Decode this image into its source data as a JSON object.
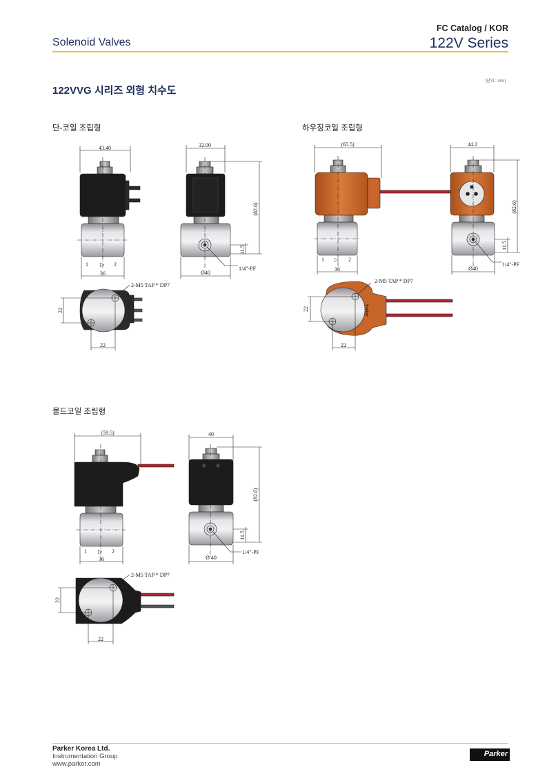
{
  "header": {
    "category": "Solenoid Valves",
    "catalog": "FC Catalog / KOR",
    "series": "122V Series"
  },
  "section_title": "122VVG 시리즈 외형 치수도",
  "unit_note": "[단위 : mm]",
  "variants": {
    "din": {
      "title": "단-코일 조립형",
      "dims": {
        "front_width": "43.40",
        "side_width": "32.00",
        "height": "(82.6)",
        "port_height": "11.5",
        "port": "1/4\"-PF",
        "body_dia": "Ø40",
        "base_width": "36",
        "port_in": "1",
        "port_out": "2",
        "flow_mark": "▷",
        "tap": "2-M5 TAP * DP7",
        "tap_v": "22",
        "tap_h": "22"
      }
    },
    "housing": {
      "title": "하우징코일 조립형",
      "dims": {
        "front_width": "(65.5)",
        "side_width": "44.2",
        "height": "(82.6)",
        "port_height": "11.5",
        "port": "1/4\"-PF",
        "body_dia": "Ø40",
        "base_width": "36",
        "port_in": "1",
        "port_out": "2",
        "flow_mark": "▷",
        "tap": "2-M5 TAP * DP7",
        "tap_v": "22",
        "tap_h": "22",
        "brand": "Parker"
      }
    },
    "molded": {
      "title": "몰드코일 조립형",
      "dims": {
        "front_width": "(59.5)",
        "side_width": "40",
        "height": "(82.6)",
        "port_height": "11.5",
        "port": "1/4\"-PF",
        "body_dia": "Ø 40",
        "base_width": "36",
        "port_in": "1",
        "port_out": "2",
        "flow_mark": "▷",
        "tap": "2-M5 TAP * DP7",
        "tap_v": "22",
        "tap_h": "22"
      }
    }
  },
  "footer": {
    "company": "Parker Korea Ltd.",
    "group": "Instrumentation Group",
    "website": "www.parker.com",
    "logo": "Parker"
  },
  "colors": {
    "accent": "#f0c330",
    "navy": "#1f2d5a",
    "coil_black": "#1c1c1c",
    "coil_orange": "#c8652a",
    "wire_red": "#b3262b",
    "body_grey": "#c9c9cc"
  }
}
